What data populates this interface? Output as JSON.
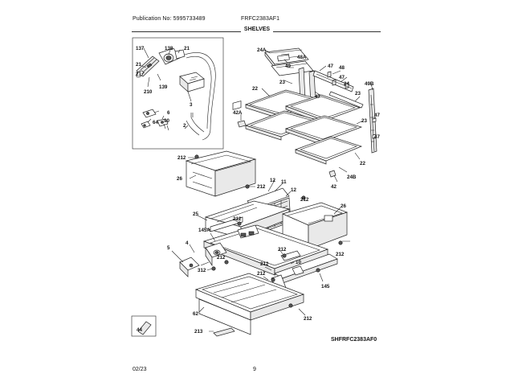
{
  "header": {
    "publication": "Publication No: 5995733489",
    "model": "FRFC2383AF1",
    "title": "SHELVES"
  },
  "footer": {
    "date": "02/23",
    "page": "9",
    "diagram_code": "SHFRFC2383AF0"
  },
  "callouts": {
    "c137": "137",
    "c21a": "21",
    "c21b": "21",
    "c138": "138",
    "c139": "139",
    "c210": "210",
    "c3": "3",
    "c6": "6",
    "c64": "64",
    "c90": "90",
    "c2": "2",
    "c24a": "24A",
    "c48a": "48A",
    "c49": "49",
    "c47a": "47",
    "c48": "48",
    "c47b": "47",
    "c24": "24",
    "c23a": "23",
    "c47c": "47",
    "c22a": "22",
    "c49b": "49B",
    "c23b": "23",
    "c42a": "42A",
    "c23c": "23",
    "c47d": "47",
    "c47e": "47",
    "c22b": "22",
    "c24b": "24B",
    "c42": "42",
    "c212a": "212",
    "c26a": "26",
    "c212b": "212",
    "c12a": "12",
    "c11": "11",
    "c12b": "12",
    "c212c": "212",
    "c25": "25",
    "c212d": "212",
    "c26b": "26",
    "c145a": "145A",
    "c212e": "212",
    "c5": "5",
    "c4": "4",
    "c212f": "212",
    "c212g": "212",
    "c212h": "212",
    "c10": "10",
    "c312": "312",
    "c145": "145",
    "c212i": "212",
    "c62": "62",
    "c44": "44",
    "c213": "213",
    "c212j": "212"
  }
}
